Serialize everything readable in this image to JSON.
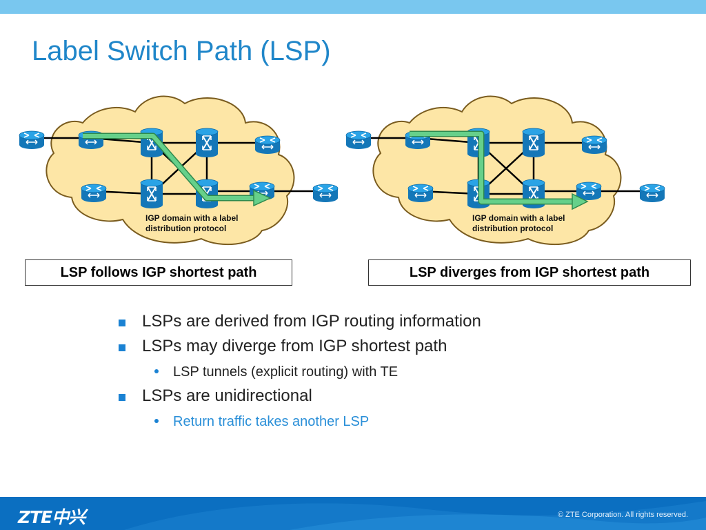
{
  "slide": {
    "title": "Label Switch Path (LSP)"
  },
  "diagram_left": {
    "cloud_label_line1": "IGP domain with a label",
    "cloud_label_line2": "distribution protocol",
    "caption": "LSP follows IGP shortest path"
  },
  "diagram_right": {
    "cloud_label_line1": "IGP domain with a label",
    "cloud_label_line2": "distribution protocol",
    "caption": "LSP diverges from IGP shortest path"
  },
  "bullets": [
    {
      "level": 1,
      "text": "LSPs are derived from IGP routing information"
    },
    {
      "level": 1,
      "text": "LSPs may diverge from IGP shortest path"
    },
    {
      "level": 2,
      "text": "LSP tunnels (explicit routing) with TE"
    },
    {
      "level": 1,
      "text": "LSPs are unidirectional"
    },
    {
      "level": 2,
      "text": "Return traffic takes another LSP",
      "highlight": true
    }
  ],
  "footer": {
    "logo": "ZTE中兴",
    "copyright": "© ZTE Corporation. All rights reserved."
  },
  "colors": {
    "accent": "#1f86c9",
    "cloud_fill": "#fde6a6",
    "cloud_stroke": "#7a5c1f",
    "router": "#1a8fd6",
    "lsp_path": "#66d08a",
    "footer": "#0b6fc1"
  }
}
